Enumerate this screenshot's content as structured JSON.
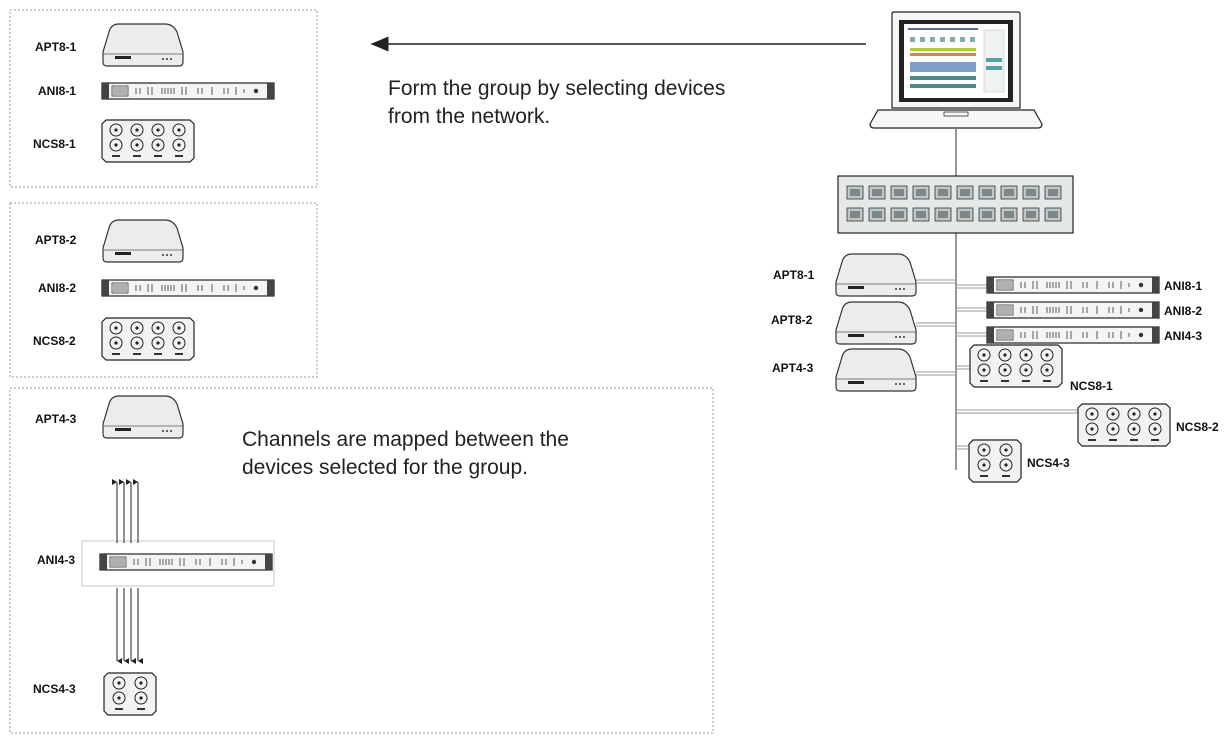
{
  "groups": [
    {
      "apt": "APT8-1",
      "ani": "ANI8-1",
      "ncs": "NCS8-1"
    },
    {
      "apt": "APT8-2",
      "ani": "ANI8-2",
      "ncs": "NCS8-2"
    },
    {
      "apt": "APT4-3",
      "ani": "ANI4-3",
      "ncs": "NCS4-3"
    }
  ],
  "captions": {
    "form_line1": "Form the group by selecting devices",
    "form_line2": "from the network.",
    "map_line1": "Channels are mapped between the",
    "map_line2": "devices selected for the group."
  },
  "network": {
    "apt": [
      "APT8-1",
      "APT8-2",
      "APT4-3"
    ],
    "ani": [
      "ANI8-1",
      "ANI8-2",
      "ANI4-3"
    ],
    "ncs": [
      "NCS8-1",
      "NCS8-2",
      "NCS4-3"
    ]
  }
}
